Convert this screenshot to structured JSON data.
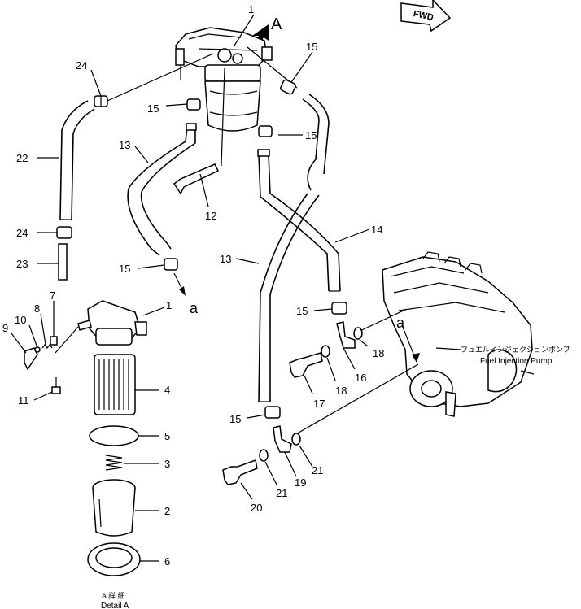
{
  "header": {
    "fwd_label": "FWD",
    "view_label": "A"
  },
  "callouts": {
    "p1_top": "1",
    "p24_top": "24",
    "p15_a": "15",
    "p15_b": "15",
    "p15_c": "15",
    "p13_left": "13",
    "p22": "22",
    "p12": "12",
    "p14": "14",
    "p24_mid": "24",
    "p23": "23",
    "p13_mid": "13",
    "p15_d": "15",
    "p15_e": "15",
    "conn_a_left": "a",
    "conn_a_right": "a",
    "p1_detail": "1",
    "p7": "7",
    "p8": "8",
    "p9": "9",
    "p10": "10",
    "p11": "11",
    "p4": "4",
    "p5": "5",
    "p3": "3",
    "p2": "2",
    "p6": "6",
    "p16": "16",
    "p17": "17",
    "p18_a": "18",
    "p18_b": "18",
    "p15_f": "15",
    "p19": "19",
    "p20": "20",
    "p21_a": "21",
    "p21_b": "21"
  },
  "pump": {
    "label_jp": "フュエルインジェクションポンプ",
    "label_en": "Fuel Injection Pump"
  },
  "detail": {
    "label_jp": "A 詳 細",
    "label_en": "Detail A"
  }
}
